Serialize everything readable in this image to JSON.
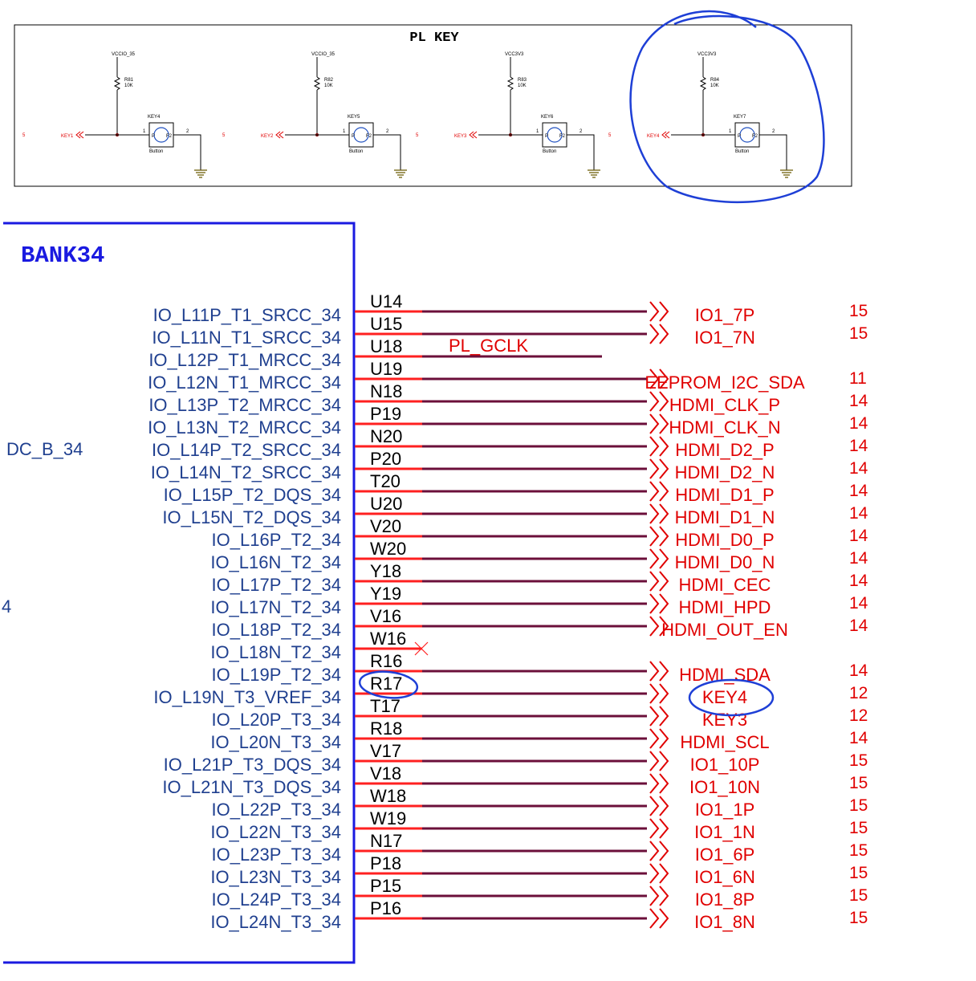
{
  "pl_key": {
    "title": "PL KEY",
    "pin1": "1",
    "pin2": "2",
    "circuits": [
      {
        "vcc": "VCCIO_35",
        "resistor": "R81",
        "value": "10K",
        "key": "KEY4",
        "net": "KEY1",
        "sheet": "5",
        "part": "Button",
        "p_label": "P",
        "f_label": "F2"
      },
      {
        "vcc": "VCCIO_35",
        "resistor": "R82",
        "value": "10K",
        "key": "KEY5",
        "net": "KEY2",
        "sheet": "5",
        "part": "Button",
        "p_label": "P",
        "f_label": "F2"
      },
      {
        "vcc": "VCC3V3",
        "resistor": "R83",
        "value": "10K",
        "key": "KEY6",
        "net": "KEY3",
        "sheet": "5",
        "part": "Button",
        "p_label": "P",
        "f_label": "F2"
      },
      {
        "vcc": "VCC3V3",
        "resistor": "R84",
        "value": "10K",
        "key": "KEY7",
        "net": "KEY4",
        "sheet": "5",
        "part": "Button",
        "p_label": "P",
        "f_label": "F2"
      }
    ]
  },
  "bank": {
    "title": "BANK34",
    "side_label": "DC_B_34",
    "side_label2": "4",
    "nc_pin": "W16",
    "pins": [
      {
        "func": "IO_L11P_T1_SRCC_34",
        "pin": "U14",
        "net": "IO1_7P",
        "page": "15",
        "offpage": true
      },
      {
        "func": "IO_L11N_T1_SRCC_34",
        "pin": "U15",
        "net": "IO1_7N",
        "page": "15",
        "offpage": true
      },
      {
        "func": "IO_L12P_T1_MRCC_34",
        "pin": "U18",
        "net": "PL_GCLK",
        "page": "",
        "offpage": false
      },
      {
        "func": "IO_L12N_T1_MRCC_34",
        "pin": "U19",
        "net": "EEPROM_I2C_SDA",
        "page": "11",
        "offpage": true
      },
      {
        "func": "IO_L13P_T2_MRCC_34",
        "pin": "N18",
        "net": "HDMI_CLK_P",
        "page": "14",
        "offpage": true
      },
      {
        "func": "IO_L13N_T2_MRCC_34",
        "pin": "P19",
        "net": "HDMI_CLK_N",
        "page": "14",
        "offpage": true
      },
      {
        "func": "IO_L14P_T2_SRCC_34",
        "pin": "N20",
        "net": "HDMI_D2_P",
        "page": "14",
        "offpage": true
      },
      {
        "func": "IO_L14N_T2_SRCC_34",
        "pin": "P20",
        "net": "HDMI_D2_N",
        "page": "14",
        "offpage": true
      },
      {
        "func": "IO_L15P_T2_DQS_34",
        "pin": "T20",
        "net": "HDMI_D1_P",
        "page": "14",
        "offpage": true
      },
      {
        "func": "IO_L15N_T2_DQS_34",
        "pin": "U20",
        "net": "HDMI_D1_N",
        "page": "14",
        "offpage": true
      },
      {
        "func": "IO_L16P_T2_34",
        "pin": "V20",
        "net": "HDMI_D0_P",
        "page": "14",
        "offpage": true
      },
      {
        "func": "IO_L16N_T2_34",
        "pin": "W20",
        "net": "HDMI_D0_N",
        "page": "14",
        "offpage": true
      },
      {
        "func": "IO_L17P_T2_34",
        "pin": "Y18",
        "net": "HDMI_CEC",
        "page": "14",
        "offpage": true
      },
      {
        "func": "IO_L17N_T2_34",
        "pin": "Y19",
        "net": "HDMI_HPD",
        "page": "14",
        "offpage": true
      },
      {
        "func": "IO_L18P_T2_34",
        "pin": "V16",
        "net": "HDMI_OUT_EN",
        "page": "14",
        "offpage": true
      },
      {
        "func": "IO_L18N_T2_34",
        "pin": "W16",
        "net": "",
        "page": "",
        "offpage": false
      },
      {
        "func": "IO_L19P_T2_34",
        "pin": "R16",
        "net": "HDMI_SDA",
        "page": "14",
        "offpage": true
      },
      {
        "func": "IO_L19N_T3_VREF_34",
        "pin": "R17",
        "net": "KEY4",
        "page": "12",
        "offpage": true
      },
      {
        "func": "IO_L20P_T3_34",
        "pin": "T17",
        "net": "KEY3",
        "page": "12",
        "offpage": true
      },
      {
        "func": "IO_L20N_T3_34",
        "pin": "R18",
        "net": "HDMI_SCL",
        "page": "14",
        "offpage": true
      },
      {
        "func": "IO_L21P_T3_DQS_34",
        "pin": "V17",
        "net": "IO1_10P",
        "page": "15",
        "offpage": true
      },
      {
        "func": "IO_L21N_T3_DQS_34",
        "pin": "V18",
        "net": "IO1_10N",
        "page": "15",
        "offpage": true
      },
      {
        "func": "IO_L22P_T3_34",
        "pin": "W18",
        "net": "IO1_1P",
        "page": "15",
        "offpage": true
      },
      {
        "func": "IO_L22N_T3_34",
        "pin": "W19",
        "net": "IO1_1N",
        "page": "15",
        "offpage": true
      },
      {
        "func": "IO_L23P_T3_34",
        "pin": "N17",
        "net": "IO1_6P",
        "page": "15",
        "offpage": true
      },
      {
        "func": "IO_L23N_T3_34",
        "pin": "P18",
        "net": "IO1_6N",
        "page": "15",
        "offpage": true
      },
      {
        "func": "IO_L24P_T3_34",
        "pin": "P15",
        "net": "IO1_8P",
        "page": "15",
        "offpage": true
      },
      {
        "func": "IO_L24N_T3_34",
        "pin": "P16",
        "net": "IO1_8N",
        "page": "15",
        "offpage": true
      }
    ]
  },
  "colors": {
    "net_label": "#e00000",
    "pin_stub": "#ff2020",
    "wire": "#6b0f3a",
    "bank_border": "#1a1ae0",
    "func_text": "#1f3f8f",
    "annotation": "#1e3fd6",
    "schematic_line": "#000000",
    "ground": "#6b5a00"
  }
}
